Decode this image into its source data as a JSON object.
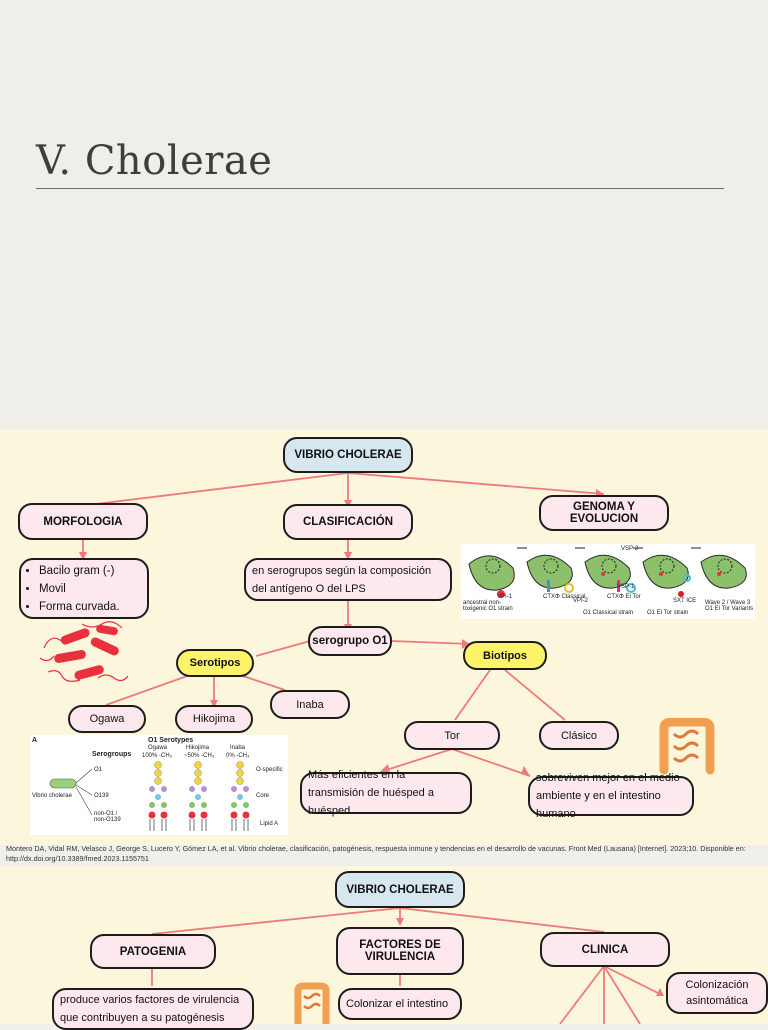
{
  "slide": {
    "title": "V. Cholerae"
  },
  "map1": {
    "root": "VIBRIO CHOLERAE",
    "morfologia": "MORFOLOGIA",
    "clasificacion": "CLASIFICACIÓN",
    "genoma": "GENOMA Y EVOLUCION",
    "morf_items": [
      "Bacilo gram (-)",
      "Movil",
      "Forma curvada."
    ],
    "clas_text": "en serogrupos según la composición del antígeno O del LPS",
    "serogrupo": "serogrupo O1",
    "serotipos": "Serotipos",
    "biotipos": "Biotipos",
    "ogawa": "Ogawa",
    "hikojima": "Hikojima",
    "inaba": "Inaba",
    "tor": "Tor",
    "clasico": "Clásico",
    "tor_text": "Más eficientes en la transmisión de huésped a huésped",
    "clasico_text": "sobreviven mejor en el medio ambiente y en el intestino humano"
  },
  "genome_fig": {
    "labels": [
      "ancestral non-toxigenic O1 strain",
      "VPI-1",
      "VPI-2",
      "CTXΦ Classical",
      "CTXΦ El Tor",
      "VSP-1",
      "VSP-2",
      "O1 Classical strain",
      "SXT ICE",
      "O1 El Tor strain",
      "Wave 2 / Wave 3 O1 El Tor Variants"
    ]
  },
  "serotype_fig": {
    "panel": "A",
    "heading_serogroups": "Serogroups",
    "heading_serotypes": "O1 Serotypes",
    "serotypes": [
      "Ogawa",
      "Hikojima",
      "Inaba"
    ],
    "percent": [
      "100% -CH₃",
      "~50% -CH₃",
      "0% -CH₃"
    ],
    "groups": [
      "O1",
      "O139",
      "non-O1 / non-O139"
    ],
    "organism": "Vibrio cholerae",
    "regions": [
      "O-specific",
      "Core",
      "Lipid A"
    ]
  },
  "reference": "Montero DA, Vidal RM, Velasco J, George S, Lucero Y, Gómez LA, et al. Vibrio cholerae, clasificación, patogénesis, respuesta inmune y tendencias en el desarrollo de vacunas. Front Med (Lausana) [Internet]. 2023;10. Disponible en: http://dx.doi.org/10.3389/fmed.2023.1155751",
  "map2": {
    "root": "VIBRIO CHOLERAE",
    "patogenia": "PATOGENIA",
    "factores": "FACTORES DE VIRULENCIA",
    "clinica": "CLINICA",
    "patogenia_text": "produce varios factores de virulencia que contribuyen a su patogénesis",
    "factores_text": "Colonizar el intestino",
    "colonizacion": "Colonización asintomática"
  },
  "colors": {
    "line": "#f07a7a",
    "node_pink": "#fde8ee",
    "node_blue": "#d7e7ef",
    "node_yellow": "#fff36a",
    "bg_map": "#fbf6dc",
    "bacteria": "#e8303e",
    "intestine": "#f0a050"
  }
}
